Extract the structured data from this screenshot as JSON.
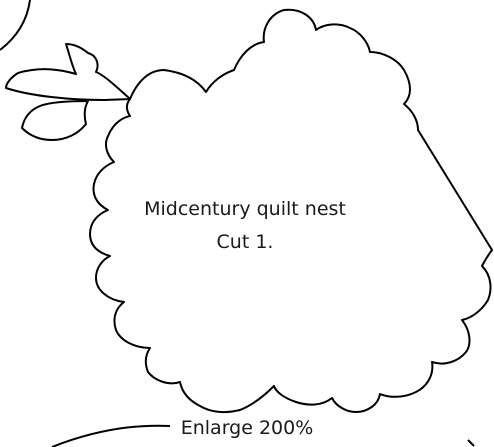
{
  "template": {
    "title": "Midcentury quilt nest",
    "instruction": "Cut 1.",
    "scale_note": "Enlarge 200%"
  },
  "colors": {
    "outline": "#000000",
    "background": "#ffffff",
    "text": "#1a1a1a"
  }
}
